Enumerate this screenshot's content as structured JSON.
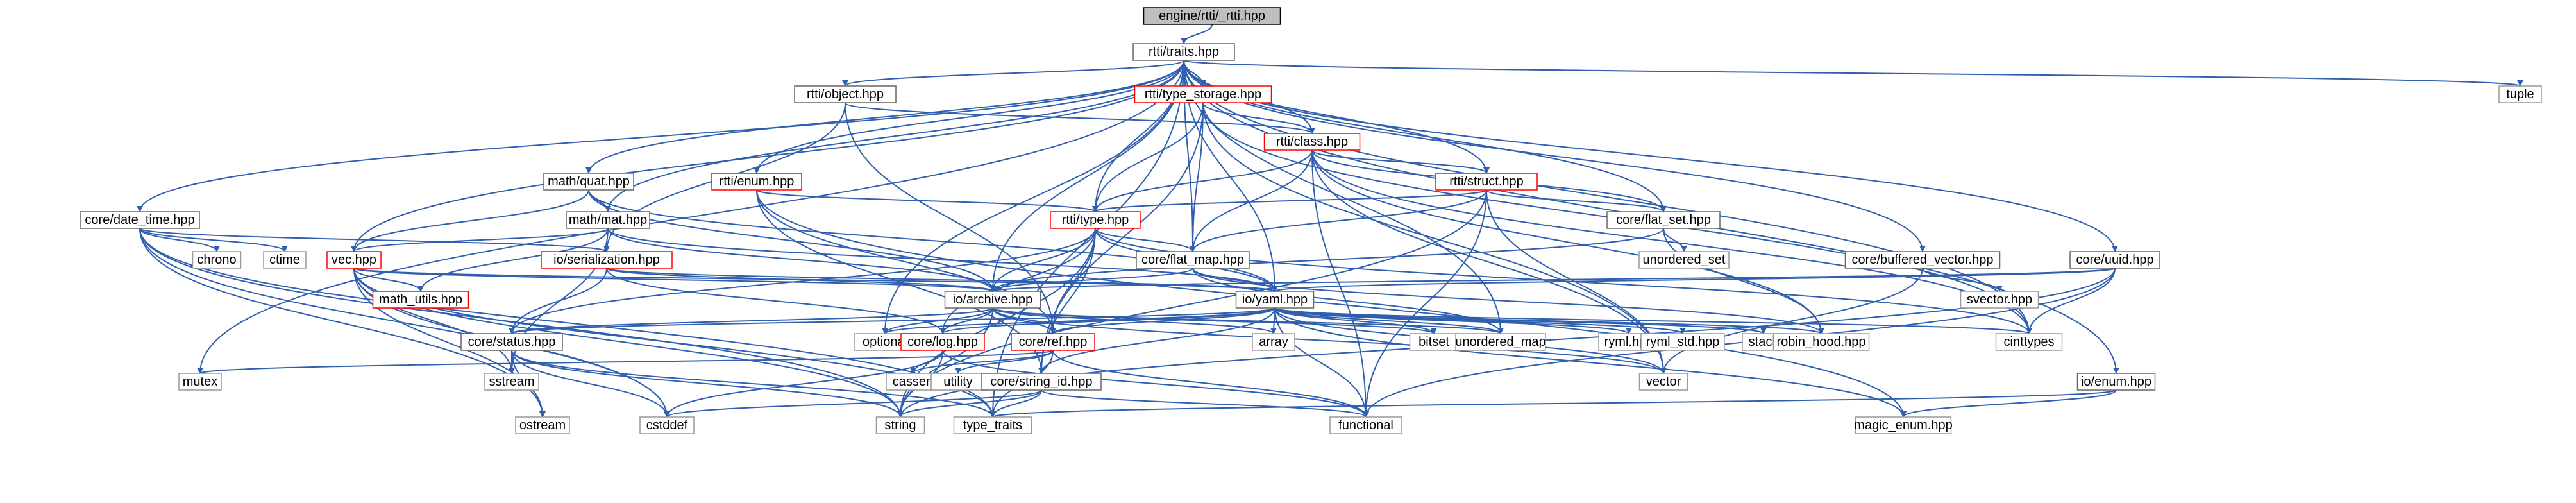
{
  "title": "engine/rtti/_rtti.hpp",
  "nodes": {
    "root": "engine/rtti/_rtti.hpp",
    "traits": "rtti/traits.hpp",
    "object": "rtti/object.hpp",
    "type_storage": "rtti/type_storage.hpp",
    "tuple": "tuple",
    "class": "rtti/class.hpp",
    "quat": "math/quat.hpp",
    "enum": "rtti/enum.hpp",
    "struct": "rtti/struct.hpp",
    "date_time": "core/date_time.hpp",
    "mat": "math/mat.hpp",
    "type": "rtti/type.hpp",
    "flat_set": "core/flat_set.hpp",
    "chrono": "chrono",
    "ctime": "ctime",
    "serialization": "io/serialization.hpp",
    "vec": "vec.hpp",
    "flat_map": "core/flat_map.hpp",
    "unordered_set": "unordered_set",
    "buffered_vector": "core/buffered_vector.hpp",
    "uuid": "core/uuid.hpp",
    "math_utils": "math_utils.hpp",
    "archive": "io/archive.hpp",
    "yaml": "io/yaml.hpp",
    "svector": "svector.hpp",
    "status": "core/status.hpp",
    "optional": "optional",
    "log": "core/log.hpp",
    "ref": "core/ref.hpp",
    "array": "array",
    "bitset": "bitset",
    "unordered_map": "unordered_map",
    "ryml": "ryml.hpp",
    "ryml_std": "ryml_std.hpp",
    "stack": "stack",
    "robin_hood": "robin_hood.hpp",
    "cinttypes": "cinttypes",
    "mutex": "mutex",
    "sstream": "sstream",
    "cassert": "cassert",
    "utility": "utility",
    "string_id": "core/string_id.hpp",
    "vector": "vector",
    "io_enum": "io/enum.hpp",
    "ostream": "ostream",
    "cstddef": "cstddef",
    "string": "string",
    "type_traits": "type_traits",
    "functional": "functional",
    "magic_enum": "magic_enum.hpp"
  },
  "colors": {
    "edge": "#2f5fae",
    "root_fill": "#bfbfbf",
    "red_border": "#ff0000",
    "gray_border": "#999999"
  }
}
